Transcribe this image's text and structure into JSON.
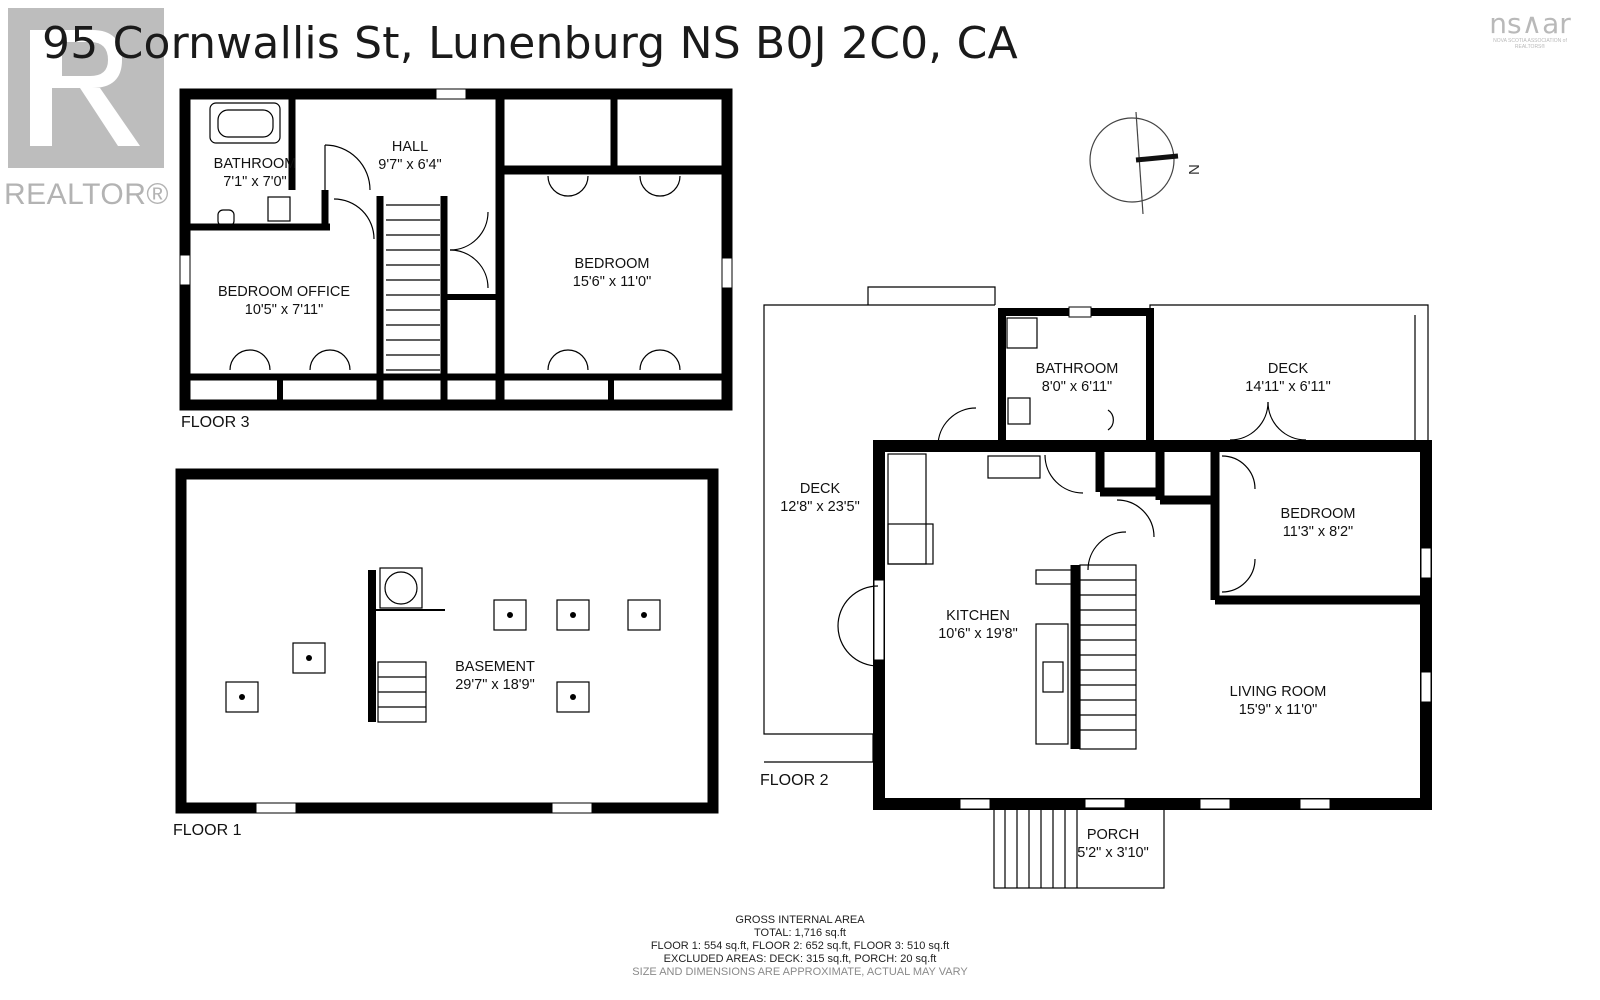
{
  "title": "95 Cornwallis St, Lunenburg NS B0J 2C0, CA",
  "logos": {
    "realtor_text": "REALTOR®",
    "nsar_text": "ns∧ar",
    "nsar_subtext": "NOVA SCOTIA ASSOCIATION of REALTORS®"
  },
  "compass": {
    "north_letter": "N"
  },
  "floors": {
    "floor3": {
      "label": "FLOOR 3",
      "rooms": [
        {
          "name": "BATHROOM",
          "dims": "7'1\" x 7'0\""
        },
        {
          "name": "HALL",
          "dims": "9'7\" x 6'4\""
        },
        {
          "name": "BEDROOM OFFICE",
          "dims": "10'5\" x 7'11\""
        },
        {
          "name": "BEDROOM",
          "dims": "15'6\" x 11'0\""
        }
      ]
    },
    "floor1": {
      "label": "FLOOR 1",
      "rooms": [
        {
          "name": "BASEMENT",
          "dims": "29'7\" x 18'9\""
        }
      ]
    },
    "floor2": {
      "label": "FLOOR 2",
      "rooms": [
        {
          "name": "BATHROOM",
          "dims": "8'0\" x 6'11\""
        },
        {
          "name": "DECK",
          "dims": "14'11\" x 6'11\""
        },
        {
          "name": "DECK",
          "dims": "12'8\" x 23'5\""
        },
        {
          "name": "BEDROOM",
          "dims": "11'3\" x 8'2\""
        },
        {
          "name": "KITCHEN",
          "dims": "10'6\" x 19'8\""
        },
        {
          "name": "LIVING ROOM",
          "dims": "15'9\" x 11'0\""
        },
        {
          "name": "PORCH",
          "dims": "5'2\" x 3'10\""
        }
      ]
    }
  },
  "footer": {
    "line1": "GROSS INTERNAL AREA",
    "line2": "TOTAL: 1,716 sq.ft",
    "line3": "FLOOR 1: 554 sq.ft, FLOOR 2: 652 sq.ft, FLOOR 3: 510 sq.ft",
    "line4": "EXCLUDED AREAS: DECK: 315 sq.ft, PORCH: 20 sq.ft",
    "line5": "SIZE AND DIMENSIONS ARE APPROXIMATE, ACTUAL MAY VARY"
  }
}
